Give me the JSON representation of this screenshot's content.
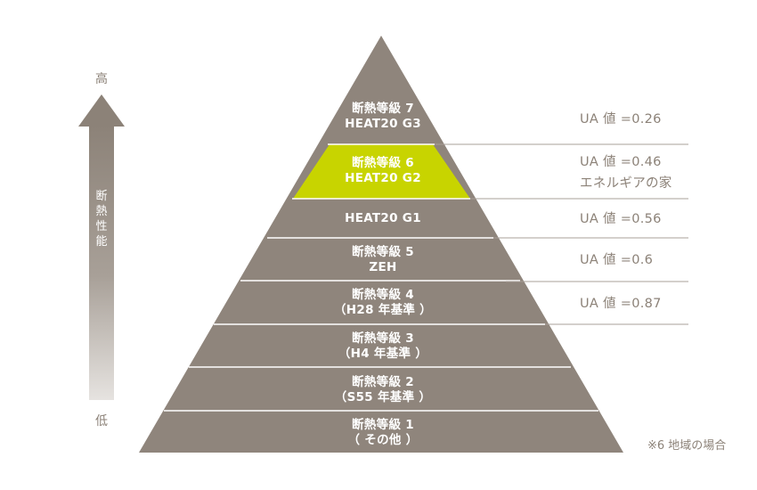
{
  "axis": {
    "high_label": "高",
    "low_label": "低",
    "title": "断熱性能"
  },
  "levels": [
    {
      "line1": "断熱等級 7",
      "line2": "HEAT20 G3",
      "highlight": false
    },
    {
      "line1": "断熱等級 6",
      "line2": "HEAT20 G2",
      "highlight": true
    },
    {
      "line1": "HEAT20 G1",
      "line2": "",
      "highlight": false
    },
    {
      "line1": "断熱等級 5",
      "line2": "ZEH",
      "highlight": false
    },
    {
      "line1": "断熱等級 4",
      "line2": "（H28 年基準 ）",
      "highlight": false
    },
    {
      "line1": "断熱等級 3",
      "line2": "（H4 年基準 ）",
      "highlight": false
    },
    {
      "line1": "断熱等級 2",
      "line2": "（S55 年基準 ）",
      "highlight": false
    },
    {
      "line1": "断熱等級 1",
      "line2": "（ その他 ）",
      "highlight": false
    }
  ],
  "ua_values": [
    {
      "line1": "UA 値 =0.26",
      "line2": ""
    },
    {
      "line1": "UA 値 =0.46",
      "line2": "エネルギアの家"
    },
    {
      "line1": "UA 値 =0.56",
      "line2": ""
    },
    {
      "line1": "UA 値 =0.6",
      "line2": ""
    },
    {
      "line1": "UA 値 =0.87",
      "line2": ""
    }
  ],
  "note": "※6 地域の場合",
  "colors": {
    "pyramid": "#8f857c",
    "highlight": "#c8d400",
    "divider": "#ffffff",
    "connector": "#a8a098",
    "text_gray": "#8c8278"
  }
}
